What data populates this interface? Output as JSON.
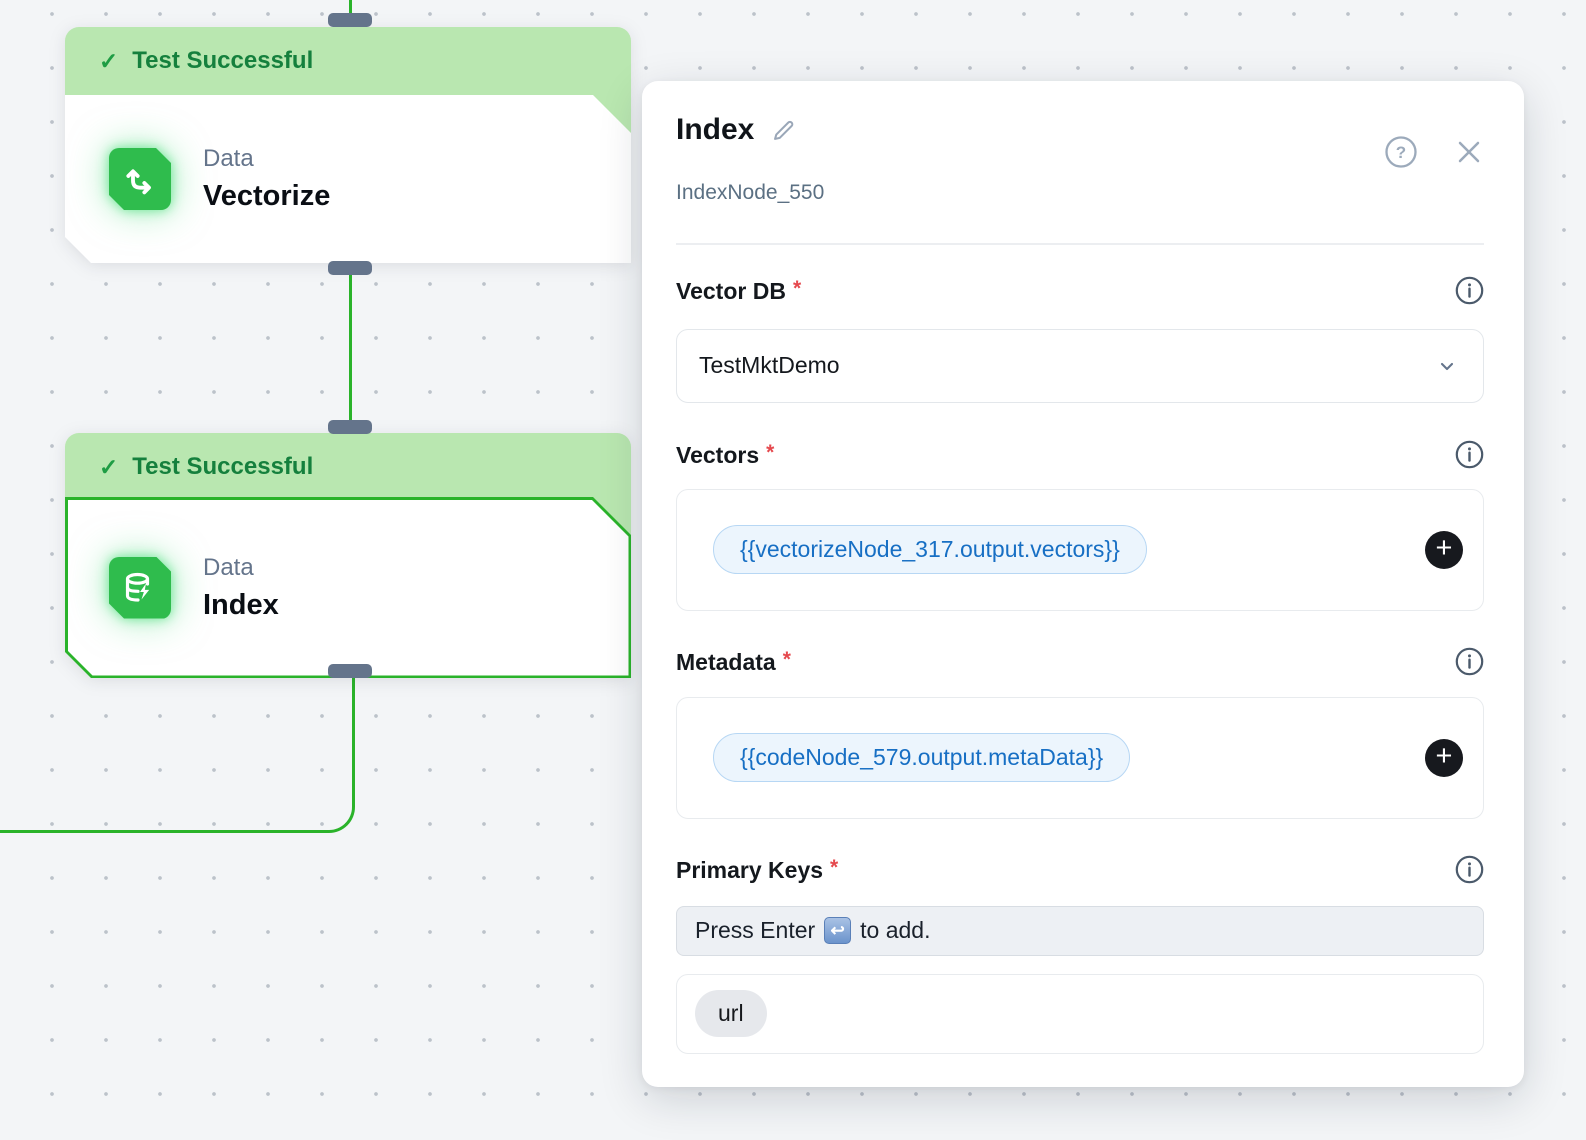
{
  "canvas": {
    "nodes": [
      {
        "status_label": "Test Successful",
        "category": "Data",
        "title": "Vectorize"
      },
      {
        "status_label": "Test Successful",
        "category": "Data",
        "title": "Index"
      }
    ]
  },
  "panel": {
    "title": "Index",
    "subtitle": "IndexNode_550",
    "vector_db": {
      "label": "Vector DB",
      "required_marker": "*",
      "value": "TestMktDemo"
    },
    "vectors": {
      "label": "Vectors",
      "required_marker": "*",
      "chip": "{{vectorizeNode_317.output.vectors}}"
    },
    "metadata": {
      "label": "Metadata",
      "required_marker": "*",
      "chip": "{{codeNode_579.output.metaData}}"
    },
    "primary_keys": {
      "label": "Primary Keys",
      "required_marker": "*",
      "placeholder_prefix": "Press Enter",
      "placeholder_suffix": "to add.",
      "enter_key_glyph": "↩",
      "tags": [
        "url"
      ]
    }
  },
  "icons": {
    "check": "✓",
    "plus": "+"
  },
  "colors": {
    "edge_green": "#2ab32a",
    "banner_bg": "#b9e7b0",
    "banner_text": "#15803d",
    "node_icon_green": "#2fbc4d",
    "chip_text_blue": "#176fc4",
    "chip_bg_blue": "#ecf5fd",
    "port_gray": "#64748b",
    "required_red": "#e5484d"
  }
}
